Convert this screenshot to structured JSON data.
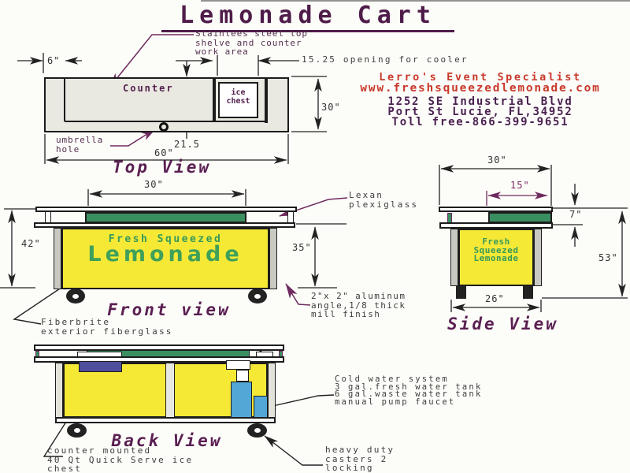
{
  "title": "Lemonade Cart",
  "contact": {
    "company": "Lerro's Event Specialist",
    "website": "www.freshsqueezedlemonade.com",
    "address1": "1252 SE Industrial Blvd",
    "address2": "Port St Lucie, FL,34952",
    "phone": "Toll free-866-399-9651"
  },
  "top_view": {
    "label": "Top View",
    "counter": "Counter",
    "ice_chest": [
      "ice",
      "chest"
    ],
    "dim_front_edge": "6\"",
    "dim_opening": "15.25 opening for cooler",
    "dim_depth": "30\"",
    "dim_counter_depth": "21.5",
    "dim_length": "60\"",
    "note_shelf": [
      "Stainlees steel top",
      "shelve and counter",
      "work area"
    ],
    "note_umbrella": [
      "umbrella",
      "hole"
    ]
  },
  "front_view": {
    "label": "Front view",
    "sign_top": "Fresh Squeezed",
    "sign_main": "Lemonade",
    "dim_shelf_width": "30\"",
    "dim_total_height": "42\"",
    "dim_body_height": "35\"",
    "note_lexan": [
      "Lexan",
      "plexiglass"
    ],
    "note_frame": [
      "2\"x 2\" aluminum",
      "angle,1/8 thick",
      "mill finish"
    ],
    "note_fiberglass": [
      "Fiberbrite",
      "exterior fiberglass"
    ]
  },
  "side_view": {
    "label": "Side View",
    "sign": [
      "Fresh",
      "Squeezed",
      "Lemonade"
    ],
    "dim_depth": "30\"",
    "dim_shelf": "15\"",
    "dim_counter": "7\"",
    "dim_height": "53\"",
    "dim_base": "26\""
  },
  "back_view": {
    "label": "Back View",
    "note_ice_chest": [
      "counter mounted",
      "40 Qt Quick Serve ice",
      "chest"
    ],
    "note_water": [
      "Cold water system",
      "3 gal.fresh water tank",
      "6 gal.waste water tank",
      "manual pump faucet"
    ],
    "note_casters": [
      "heavy duty",
      "casters 2",
      "locking"
    ]
  },
  "colors": {
    "purple_ink": "#54214e",
    "red_ink": "#c8392a",
    "body_yellow": "#f5e936",
    "strip_green": "#3a8f60",
    "sign_green": "#37995a",
    "ice_navy": "#4d4f9c",
    "water_blue": "#53a7d7",
    "counter_gray": "#e9e8e1"
  }
}
